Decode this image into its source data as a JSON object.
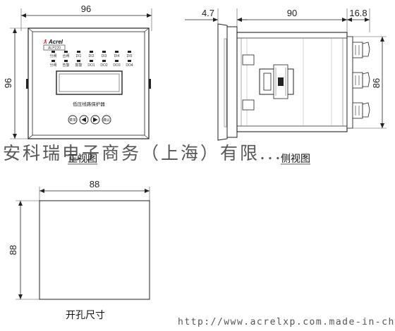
{
  "front_view": {
    "width_dim": "96",
    "height_dim": "96",
    "brand": "Acrel",
    "model": "ALP220",
    "led_top_labels": [
      "分闸",
      "合闸",
      "DI1",
      "DI2",
      "DI3",
      "DI4",
      "DI5"
    ],
    "led_bottom_labels": [
      "分闸",
      "告警",
      "报警",
      "DO1",
      "DO2",
      "DO3",
      "DO4"
    ],
    "product_name": "低压线路保护器",
    "btn_menu": "菜单",
    "btn_left_icon": "left-arrow",
    "btn_right_icon": "right-arrow",
    "btn_confirm": "确认",
    "caption": "正视图"
  },
  "side_view": {
    "dim_left": "4.7",
    "dim_mid": "90",
    "dim_right": "16.8",
    "height_dim": "86",
    "caption": "侧视图"
  },
  "cutout": {
    "width_dim": "88",
    "height_dim": "88",
    "caption": "开孔尺寸"
  },
  "watermark": {
    "company": "安科瑞电子商务（上海）有限...",
    "url": "http://www.acrelxp.com.made-in-china.com"
  },
  "colors": {
    "line": "#222222",
    "accent": "#cc2222"
  }
}
